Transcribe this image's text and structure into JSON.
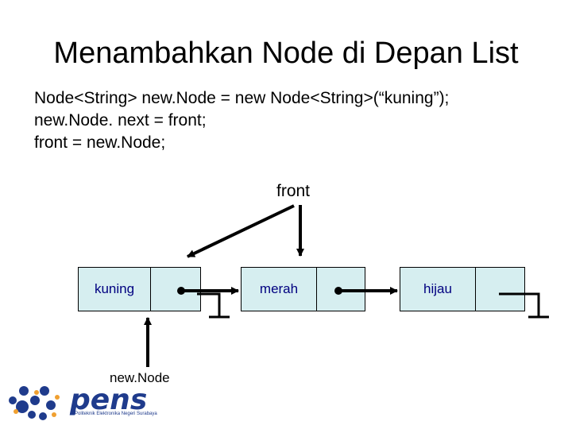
{
  "slide": {
    "title": "Menambahkan Node di Depan List",
    "code_lines": [
      "Node<String> new.Node = new Node<String>(“kuning”);",
      "new.Node. next = front;",
      "front = new.Node;"
    ]
  },
  "diagram": {
    "front_label": "front",
    "newnode_label": "new.Node",
    "nodes": [
      {
        "value": "kuning"
      },
      {
        "value": "merah"
      },
      {
        "value": "hijau"
      }
    ]
  },
  "logo": {
    "name": "pens",
    "tagline": "Politeknik Elektronika Negeri Surabaya"
  },
  "colors": {
    "node_fill": "#d6eef0",
    "node_text": "#000080",
    "logo_blue": "#1f3b8c",
    "logo_orange": "#f0a030"
  }
}
